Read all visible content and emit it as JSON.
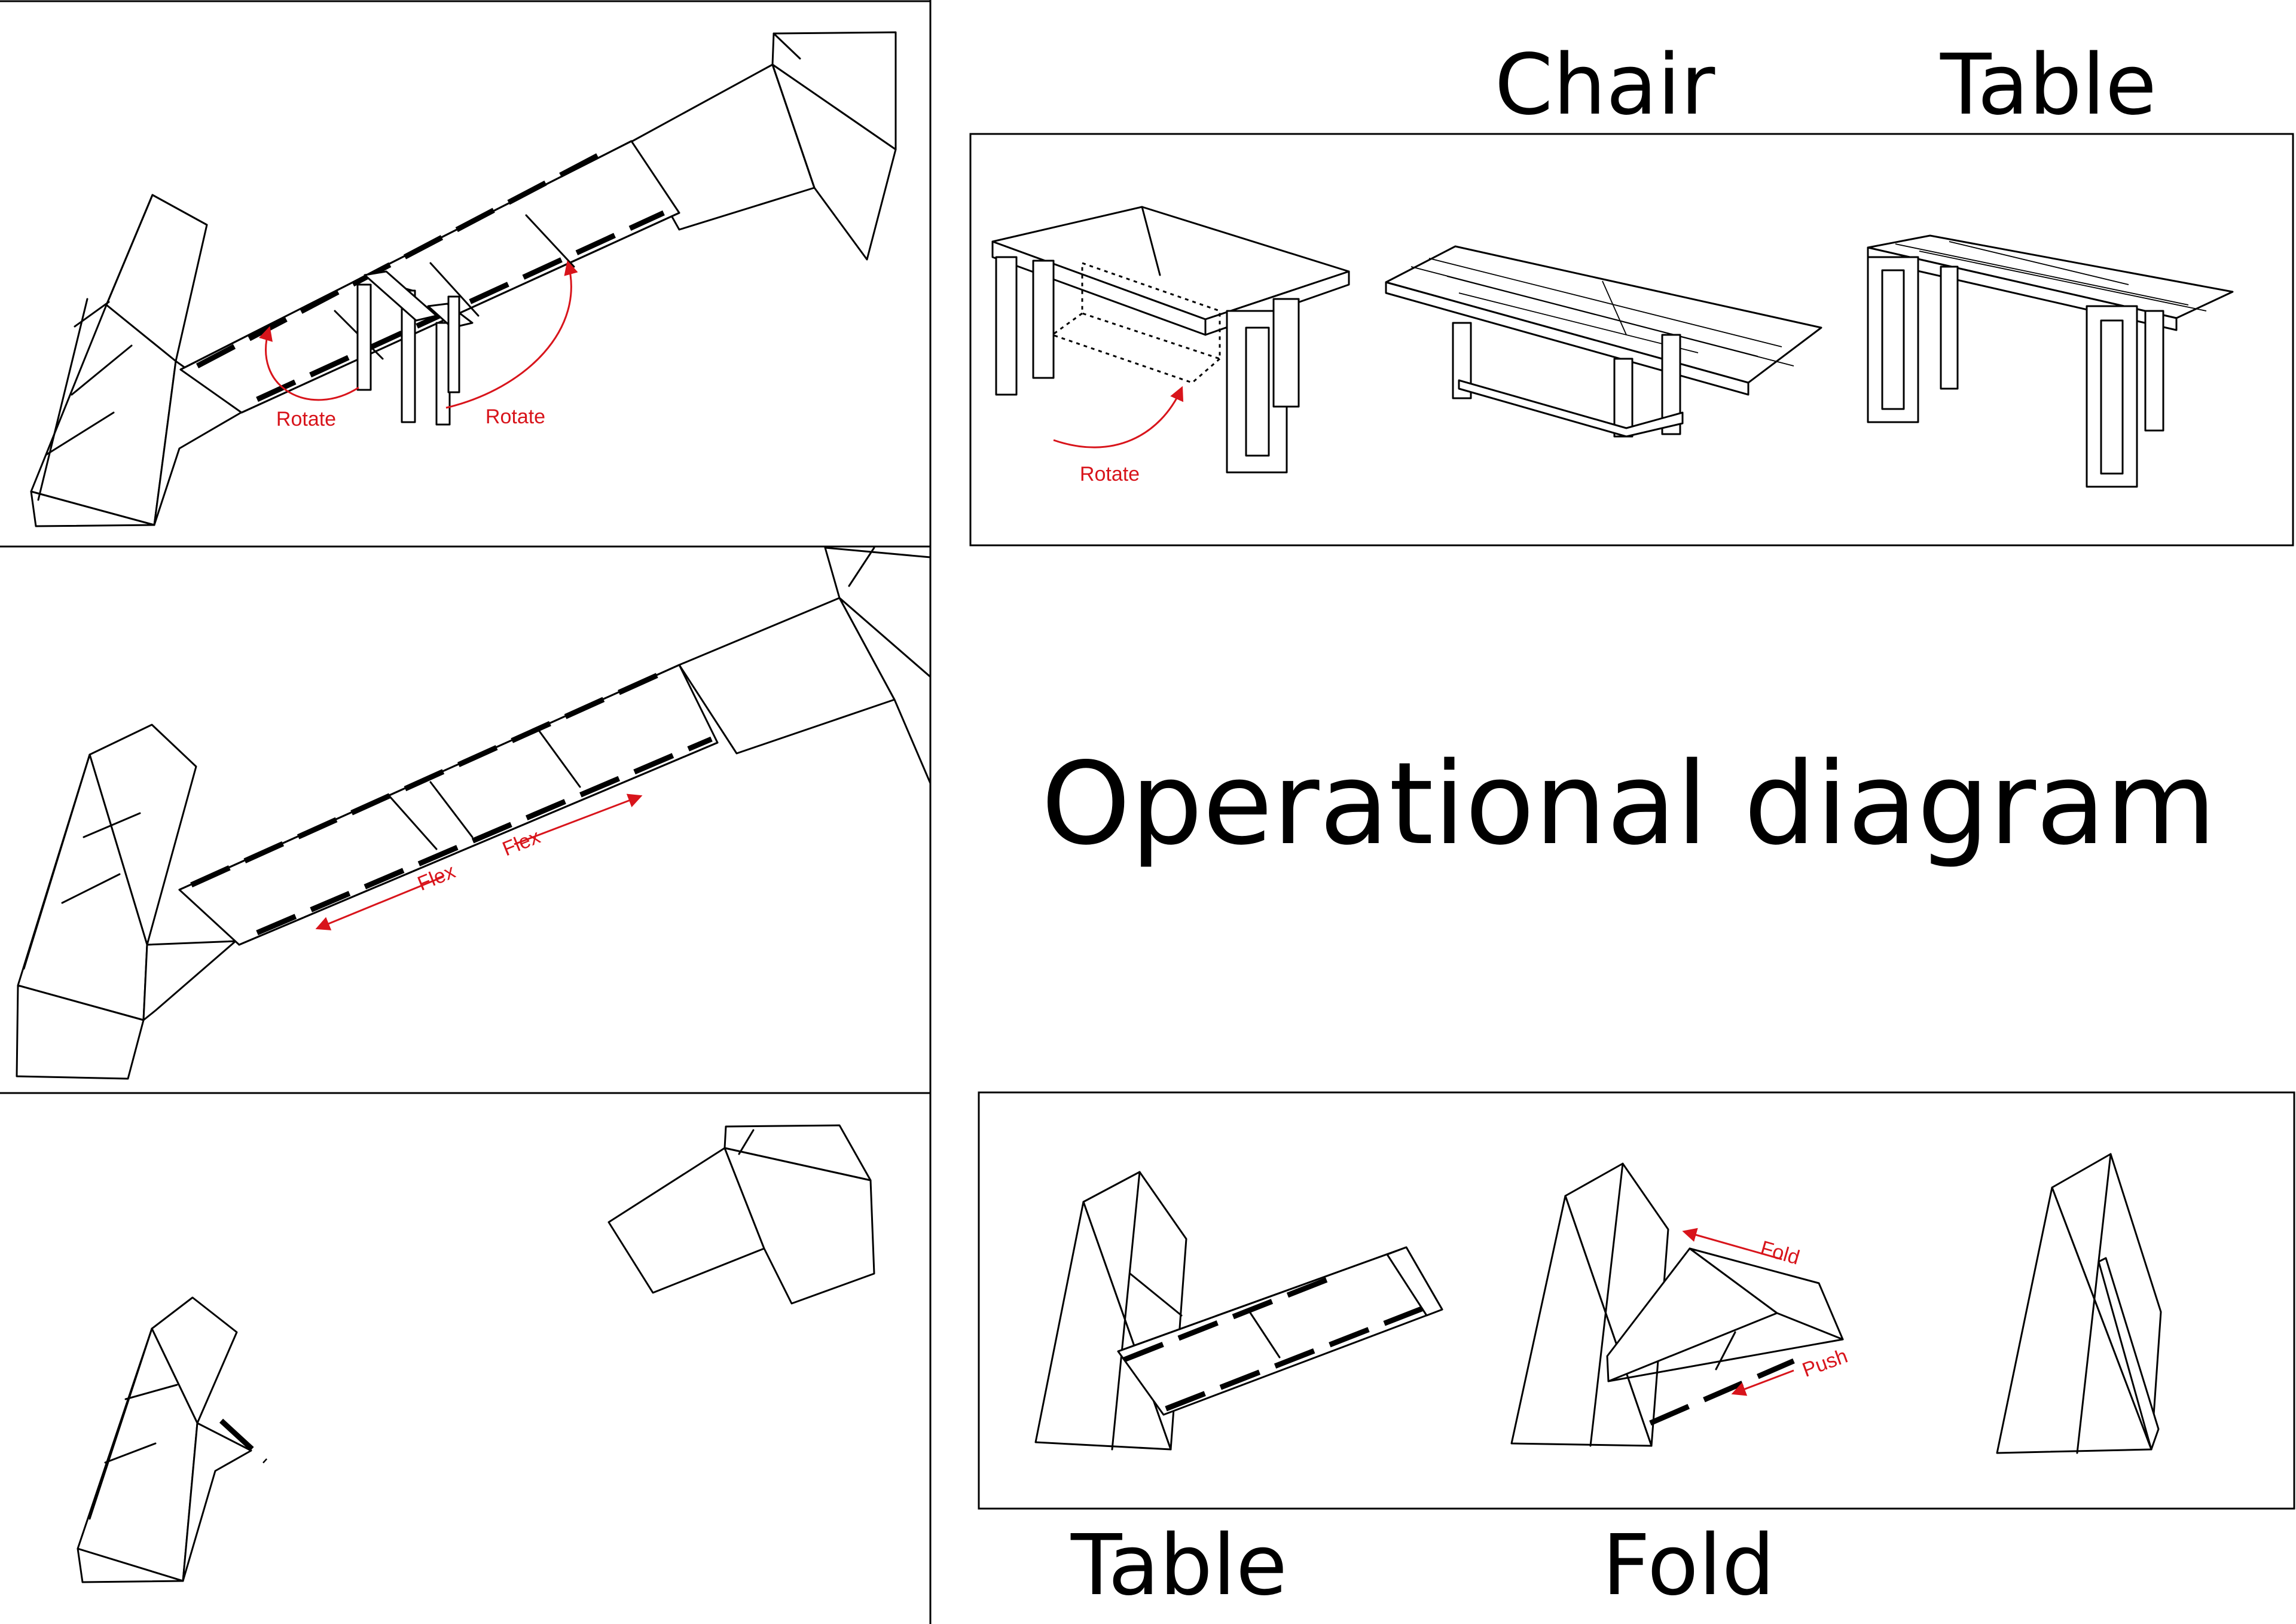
{
  "diagram": {
    "title": "Operational diagram",
    "headings": {
      "chair": "Chair",
      "table_top": "Table",
      "table_bottom": "Table",
      "fold": "Fold"
    },
    "actions": {
      "rotate_1": "Rotate",
      "rotate_2": "Rotate",
      "rotate_3": "Rotate",
      "flex_1": "Flex",
      "flex_2": "Flex",
      "fold": "Fold",
      "push": "Push"
    },
    "colors": {
      "lines": "#000000",
      "annotation": "#d8141b",
      "background": "#ffffff"
    }
  }
}
